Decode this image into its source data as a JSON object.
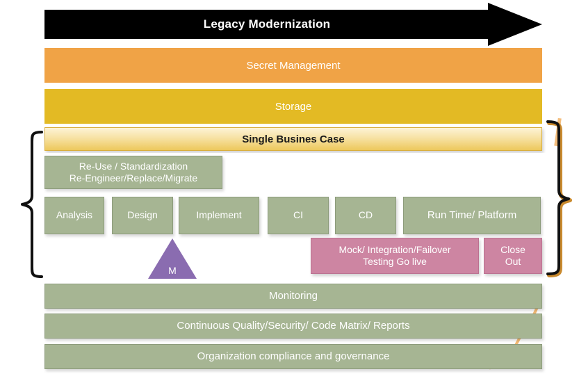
{
  "title_banner": {
    "label": "Legacy Modernization",
    "shape": "right-arrow",
    "fill": "#000000",
    "text_color": "#ffffff"
  },
  "bars": [
    {
      "name": "secret-management",
      "label": "Secret Management",
      "fill": "#f0a346",
      "text_color": "#ffffff"
    },
    {
      "name": "storage",
      "label": "Storage",
      "fill": "#e3ba24",
      "text_color": "#ffffff"
    },
    {
      "name": "single-business-case",
      "label": "Single Busines Case",
      "fill": "#edc85c",
      "text_color": "#1a1a1a"
    }
  ],
  "scope_group": {
    "left_brace_icon": "left-curly-brace-icon",
    "right_brace_icon": "right-curly-brace-icon",
    "approach_box": {
      "line1": "Re-Use / Standardization",
      "line2": "Re-Engineer/Replace/Migrate",
      "fill": "#a6b593"
    },
    "stages": [
      {
        "name": "analysis",
        "label": "Analysis"
      },
      {
        "name": "design",
        "label": "Design"
      },
      {
        "name": "implement",
        "label": "Implement"
      },
      {
        "name": "ci",
        "label": "CI"
      },
      {
        "name": "cd",
        "label": "CD"
      },
      {
        "name": "run-time-platform",
        "label": "Run Time/ Platform"
      }
    ],
    "milestone": {
      "label": "M",
      "shape": "triangle",
      "fill": "#8a6cb0"
    },
    "testing_box": {
      "line1": "Mock/ Integration/Failover",
      "line2": "Testing Go live",
      "fill": "#cd85a2"
    },
    "close_out_box": {
      "line1": "Close",
      "line2": "Out",
      "fill": "#cd85a2"
    }
  },
  "foundation_bars": [
    {
      "name": "monitoring",
      "label": "Monitoring"
    },
    {
      "name": "continuous-quality",
      "label": "Continuous Quality/Security/ Code Matrix/ Reports"
    },
    {
      "name": "organization-compliance",
      "label": "Organization compliance and governance"
    }
  ],
  "palette": {
    "green": "#a6b593",
    "green_border": "#8c9b7b",
    "orange": "#f0a346",
    "gold": "#e3ba24",
    "pink": "#cd85a2",
    "purple": "#8a6cb0",
    "black": "#000000",
    "white": "#ffffff"
  }
}
